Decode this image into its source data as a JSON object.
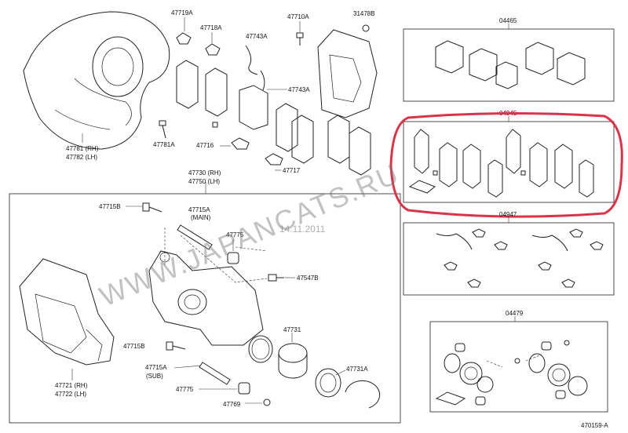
{
  "labels": {
    "l47719A": "47719A",
    "l47718A": "47718A",
    "l47710A": "47710A",
    "l31478B": "31478B",
    "l47743A_1": "47743A",
    "l47743A_2": "47743A",
    "l47781_rh": "47781 (RH)",
    "l47782_lh": "47782 (LH)",
    "l47781A": "47781A",
    "l47716": "47716",
    "l47717": "47717",
    "l47730_rh": "47730 (RH)",
    "l47750_lh": "47750 (LH)",
    "l47715B_1": "47715B",
    "l47715A_main": "47715A",
    "l47715A_main_sub": "(MAIN)",
    "l47775_1": "47775",
    "l47547B": "47547B",
    "l47731": "47731",
    "l47715B_2": "47715B",
    "l47715A_sub": "47715A",
    "l47715A_sub_sub": "(SUB)",
    "l47775_2": "47775",
    "l47731A": "47731A",
    "l47769": "47769",
    "l47721_rh": "47721 (RH)",
    "l47722_lh": "47722 (LH)",
    "l04465": "04465",
    "l04945": "04945",
    "l04947": "04947",
    "l04479": "04479",
    "diagram_id": "470159-A"
  },
  "watermark": "WWW.JAPANCATS.RU",
  "date_stamp": "14.11.2011",
  "colors": {
    "highlight": "#d9344a",
    "line": "#222222"
  }
}
